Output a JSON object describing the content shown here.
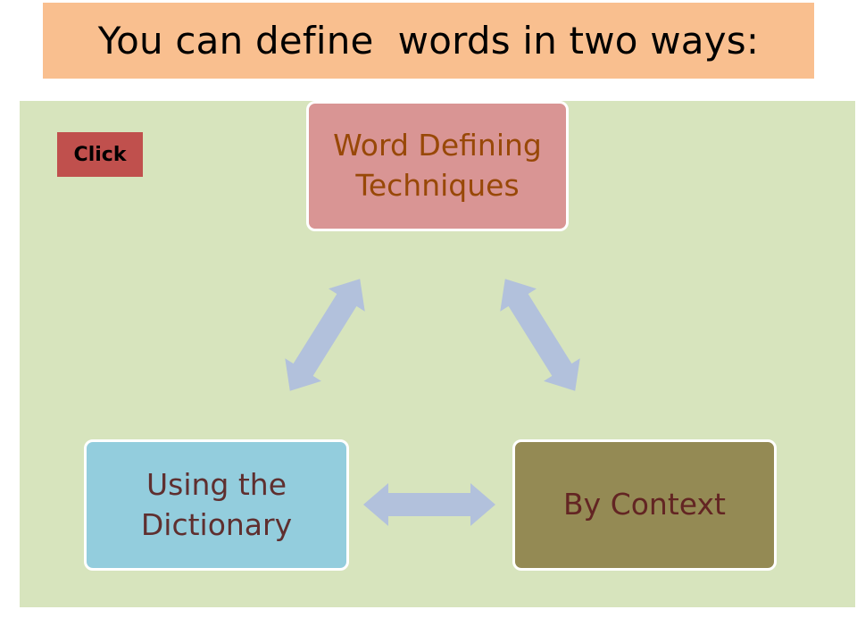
{
  "title": "You can define  words in two ways:",
  "click_label": "Click",
  "nodes": {
    "top": {
      "line1": "Word Defining",
      "line2": "Techniques"
    },
    "left": {
      "line1": "Using the",
      "line2": "Dictionary"
    },
    "right": {
      "line1": "By Context"
    }
  },
  "colors": {
    "title_bg": "#f9bf8f",
    "stage_bg": "#d7e4bd",
    "click_bg": "#c0504d",
    "top_node_bg": "#d99594",
    "left_node_bg": "#93cddd",
    "right_node_bg": "#948a54",
    "arrow": "#b2c1dc"
  }
}
